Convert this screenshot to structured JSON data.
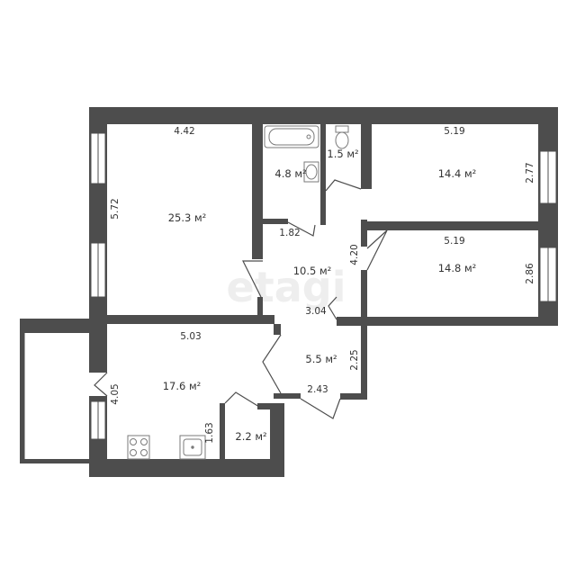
{
  "watermark": "etagi",
  "colors": {
    "wall": "#4d4d4d",
    "window": "#ffffff",
    "fixture_stroke": "#7a7a7a",
    "text": "#333333"
  },
  "rooms": [
    {
      "id": "living-room",
      "area": "25.3 м²",
      "width": "4.42",
      "length": "5.72"
    },
    {
      "id": "bathroom",
      "area": "4.8 м²"
    },
    {
      "id": "toilet",
      "area": "1.5 м²"
    },
    {
      "id": "bedroom-1",
      "area": "14.4 м²",
      "width": "5.19",
      "length": "2.77"
    },
    {
      "id": "bedroom-2",
      "area": "14.8 м²",
      "width": "5.19",
      "length": "2.86"
    },
    {
      "id": "hall",
      "area": "10.5 м²",
      "width": "3.04",
      "length": "4.20",
      "extra": "1.82"
    },
    {
      "id": "corridor",
      "area": "5.5 м²",
      "width": "2.43",
      "length": "2.25"
    },
    {
      "id": "kitchen",
      "area": "17.6 м²",
      "width": "5.03",
      "length": "4.05"
    },
    {
      "id": "storage",
      "area": "2.2 м²",
      "length": "1.63"
    }
  ],
  "fixtures": [
    "bathtub-icon",
    "washbasin-icon",
    "toilet-icon",
    "stove-icon",
    "sink-icon"
  ]
}
